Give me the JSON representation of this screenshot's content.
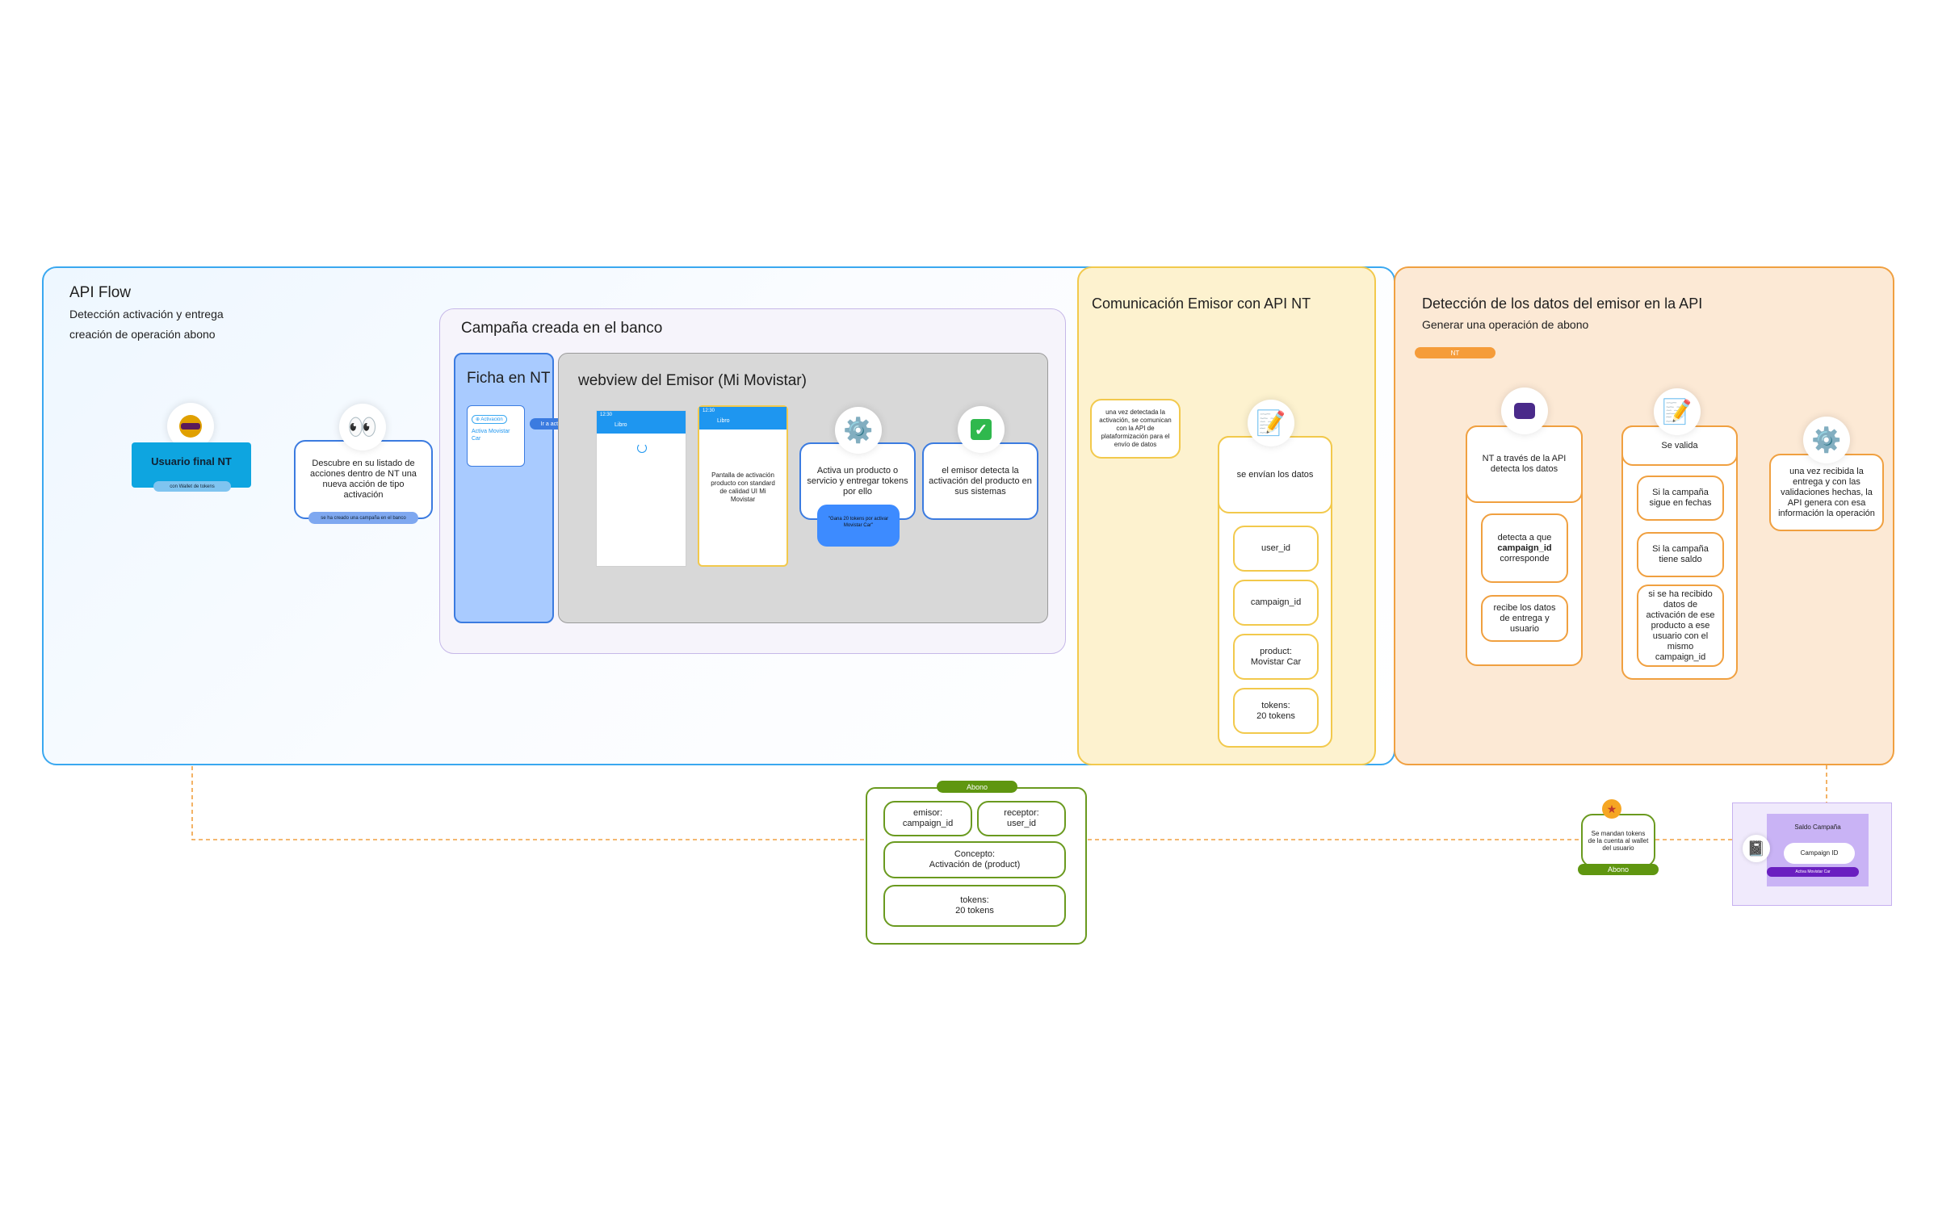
{
  "frames": {
    "api_flow": {
      "title": "API Flow",
      "subtitle_1": "Detección activación y entrega",
      "subtitle_2": "creación de operación abono"
    },
    "campana": {
      "title": "Campaña creada en el banco"
    },
    "ficha": {
      "title": "Ficha en NT"
    },
    "webview": {
      "title": "webview del Emisor (Mi Movistar)"
    },
    "comunicacion": {
      "title": "Comunicación Emisor con API NT"
    },
    "deteccion": {
      "title": "Detección de los datos del emisor en la API",
      "subtitle": "Generar una operación de abono",
      "tag": "NT"
    }
  },
  "nodes": {
    "usuario_final": {
      "label": "Usuario final NT",
      "pill": "con Wallet de tokens"
    },
    "descubre": {
      "text": "Descubre en su listado de acciones dentro de NT una nueva acción de tipo activación",
      "pill": "se ha creado una campaña en el banco"
    },
    "ficha_card": {
      "badge": "⊕ Activación",
      "link": "Activa Movistar Car"
    },
    "connector_pill": "Ir a activar",
    "phone1": {
      "time": "12:30",
      "header": "Libro"
    },
    "phone2": {
      "time": "12:30",
      "header": "Libro",
      "text": "Pantalla de activación producto con standard de calidad UI Mi Movistar"
    },
    "activa": {
      "text": "Activa un producto o servicio y entregar tokens por ello",
      "bubble": "\"Gana 20 tokens por activar Movistar Car\""
    },
    "emisor_detecta": {
      "text": "el emisor detecta la activación del producto en sus sistemas"
    },
    "una_vez": {
      "text": "una vez detectada la activación, se comunican con la API de plataformización para el envío de datos"
    },
    "envian": {
      "text": "se envían los datos"
    },
    "fields": [
      "user_id",
      "campaign_id",
      "product:\nMovistar Car",
      "tokens:\n20 tokens"
    ],
    "nt_api": {
      "text": "NT a través de la API detecta los datos"
    },
    "detecta_campaign": {
      "before": "detecta a que",
      "bold": "campaign_id",
      "after": "corresponde"
    },
    "recibe": {
      "text": "recibe los datos de entrega y usuario"
    },
    "se_valida": {
      "text": "Se valida"
    },
    "val_fechas": {
      "text": "Si la campaña sigue en fechas"
    },
    "val_saldo": {
      "text": "Si la campaña tiene saldo"
    },
    "val_recibido": {
      "text": "si se ha recibido datos de activación de ese producto a ese usuario con el mismo campaign_id"
    },
    "api_genera": {
      "text": "una vez recibida la entrega y con las validaciones hechas, la API genera con esa información la operación"
    },
    "abono": {
      "tag": "Abono",
      "emisor": "emisor:\ncampaign_id",
      "receptor": "receptor:\nuser_id",
      "concepto": "Concepto:\nActivación de (product)",
      "tokens": "tokens:\n20 tokens"
    },
    "se_mandan": {
      "text": "Se mandan tokens de la cuenta al wallet del usuario",
      "tag": "Abono"
    },
    "saldo": {
      "title": "Saldo Campaña",
      "field": "Campaign ID",
      "bar": "Activa Movistar Car"
    }
  },
  "icons": {
    "usuario": "ninja-icon",
    "descubre": "eyes-icon",
    "activa": "gear-icon",
    "emisor_detecta": "check-mark-icon",
    "envian": "memo-icon",
    "nt_api": "alien-monster-icon",
    "se_valida": "memo-icon",
    "api_genera": "gear-icon",
    "se_mandan": "star-medal-icon",
    "saldo": "notebook-icon"
  },
  "colors": {
    "blue": "#3b7be0",
    "yellow": "#f2c94c",
    "orange": "#f0a040",
    "green": "#6a9a1f",
    "purple": "#7d2fc7"
  }
}
